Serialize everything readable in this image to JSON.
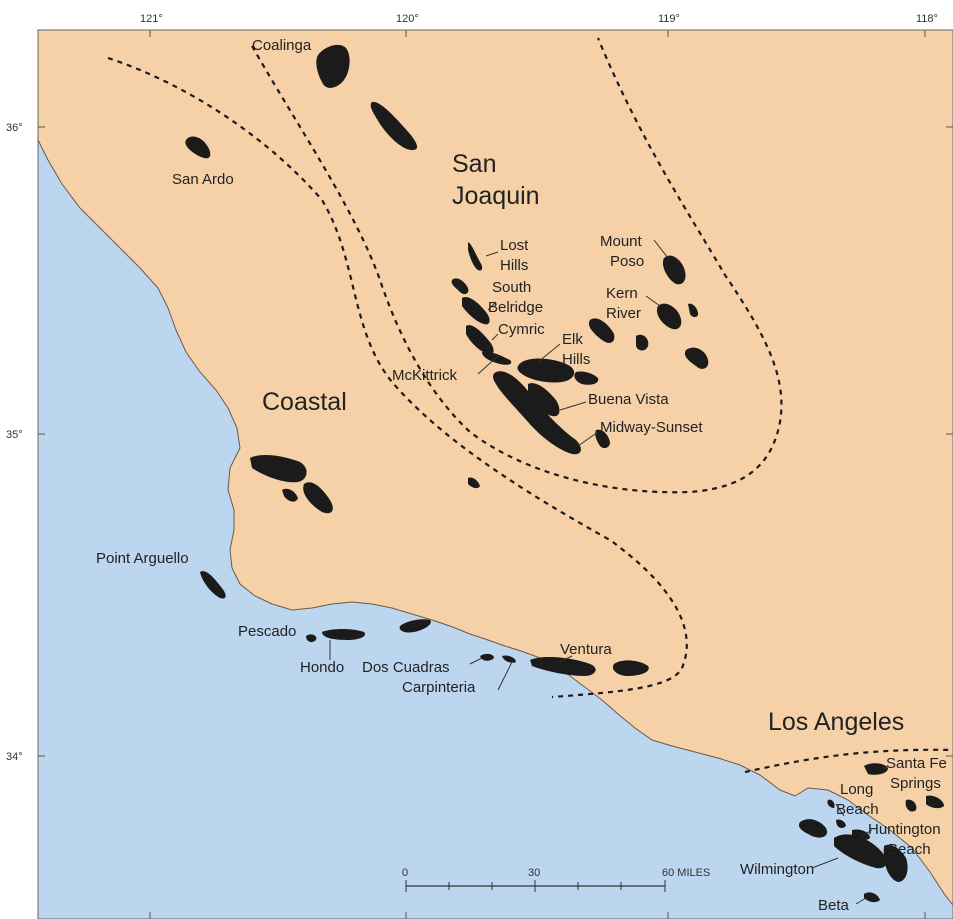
{
  "colors": {
    "ocean": "#bdd6f0",
    "land": "#f6d1a8",
    "oil_field": "#1b1b1b",
    "frame": "#ffffff"
  },
  "graticule": {
    "longitude_labels": [
      "121°",
      "120°",
      "119°",
      "118°"
    ],
    "latitude_labels": [
      "36°",
      "35°",
      "34°"
    ]
  },
  "basins": {
    "san_joaquin": [
      "San",
      "Joaquin"
    ],
    "coastal": "Coastal",
    "los_angeles": "Los Angeles"
  },
  "fields": {
    "coalinga": "Coalinga",
    "san_ardo": "San Ardo",
    "lost_hills": [
      "Lost",
      "Hills"
    ],
    "south_belridge": [
      "South",
      "Belridge"
    ],
    "cymric": "Cymric",
    "mckittrick": "McKittrick",
    "elk_hills": [
      "Elk",
      "Hills"
    ],
    "buena_vista": "Buena Vista",
    "midway_sunset": "Midway-Sunset",
    "mount_poso": [
      "Mount",
      "Poso"
    ],
    "kern_river": [
      "Kern",
      "River"
    ],
    "point_arguello": "Point Arguello",
    "pescado": "Pescado",
    "hondo": "Hondo",
    "dos_cuadras": "Dos Cuadras",
    "carpinteria": "Carpinteria",
    "ventura": "Ventura",
    "santa_fe_springs": [
      "Santa Fe",
      "Springs"
    ],
    "long_beach": [
      "Long",
      "Beach"
    ],
    "huntington_beach": [
      "Huntington",
      "Beach"
    ],
    "wilmington": "Wilmington",
    "beta": "Beta"
  },
  "scale_bar": {
    "labels": [
      "0",
      "30",
      "60 MILES"
    ]
  }
}
